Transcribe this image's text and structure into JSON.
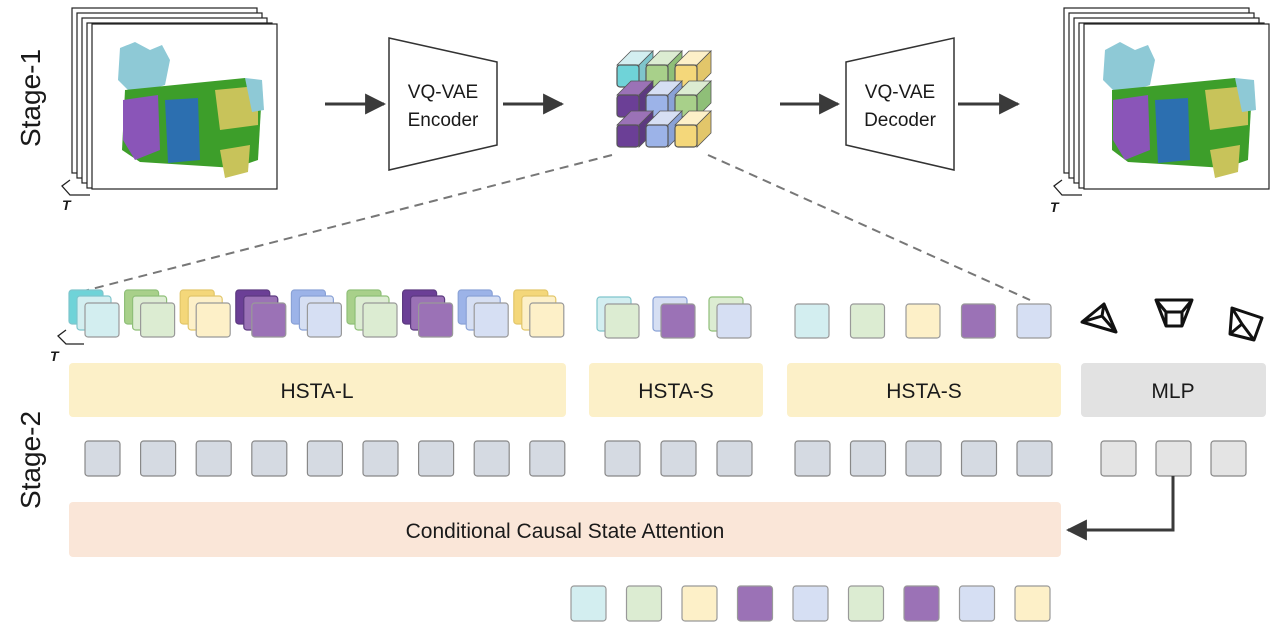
{
  "stage1": {
    "label": "Stage-1",
    "encoder": {
      "line1": "VQ-VAE",
      "line2": "Encoder"
    },
    "decoder": {
      "line1": "VQ-VAE",
      "line2": "Decoder"
    },
    "t_label_left": "T",
    "t_label_right": "T"
  },
  "stage2": {
    "label": "Stage-2",
    "t_label": "T",
    "blocks": {
      "hsta_l": "HSTA-L",
      "hsta_s1": "HSTA-S",
      "hsta_s2": "HSTA-S",
      "mlp": "MLP"
    },
    "attention": "Conditional Causal State Attention"
  },
  "colors": {
    "teal": "#d3eef0",
    "green": "#dcecd2",
    "yellow": "#fdf0c8",
    "purple": "#9b72b6",
    "blue": "#d6dff3",
    "gray_token": "#d5dae2",
    "light_gray_token": "#e4e4e4",
    "hsta_bg": "#fcf0c8",
    "mlp_bg": "#e2e2e2",
    "attention_bg": "#fae6d8",
    "voxel_purple": "#8a55b8",
    "voxel_green": "#3d9e2a",
    "voxel_blue": "#2c6fb0",
    "voxel_yellow": "#c8c35a",
    "voxel_cyan": "#8ec9d6"
  }
}
